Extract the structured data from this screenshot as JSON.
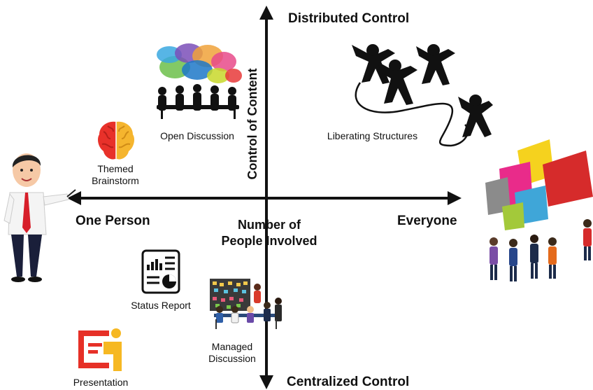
{
  "axes": {
    "top": "Distributed Control",
    "bottom": "Centralized Control",
    "left": "One Person",
    "right": "Everyone",
    "vertical_label": "Control of Content",
    "horizontal_label_line1": "Number of",
    "horizontal_label_line2": "People Involved"
  },
  "items": {
    "open_discussion": "Open Discussion",
    "liberating_structures": "Liberating Structures",
    "themed_brainstorm_line1": "Themed",
    "themed_brainstorm_line2": "Brainstorm",
    "status_report": "Status Report",
    "managed_discussion_line1": "Managed",
    "managed_discussion_line2": "Discussion",
    "presentation": "Presentation"
  },
  "colors": {
    "axis": "#111111",
    "brain_left": "#e8312a",
    "brain_right": "#f5b52e",
    "presentation_red": "#e63027",
    "presentation_yellow": "#f6b823"
  }
}
